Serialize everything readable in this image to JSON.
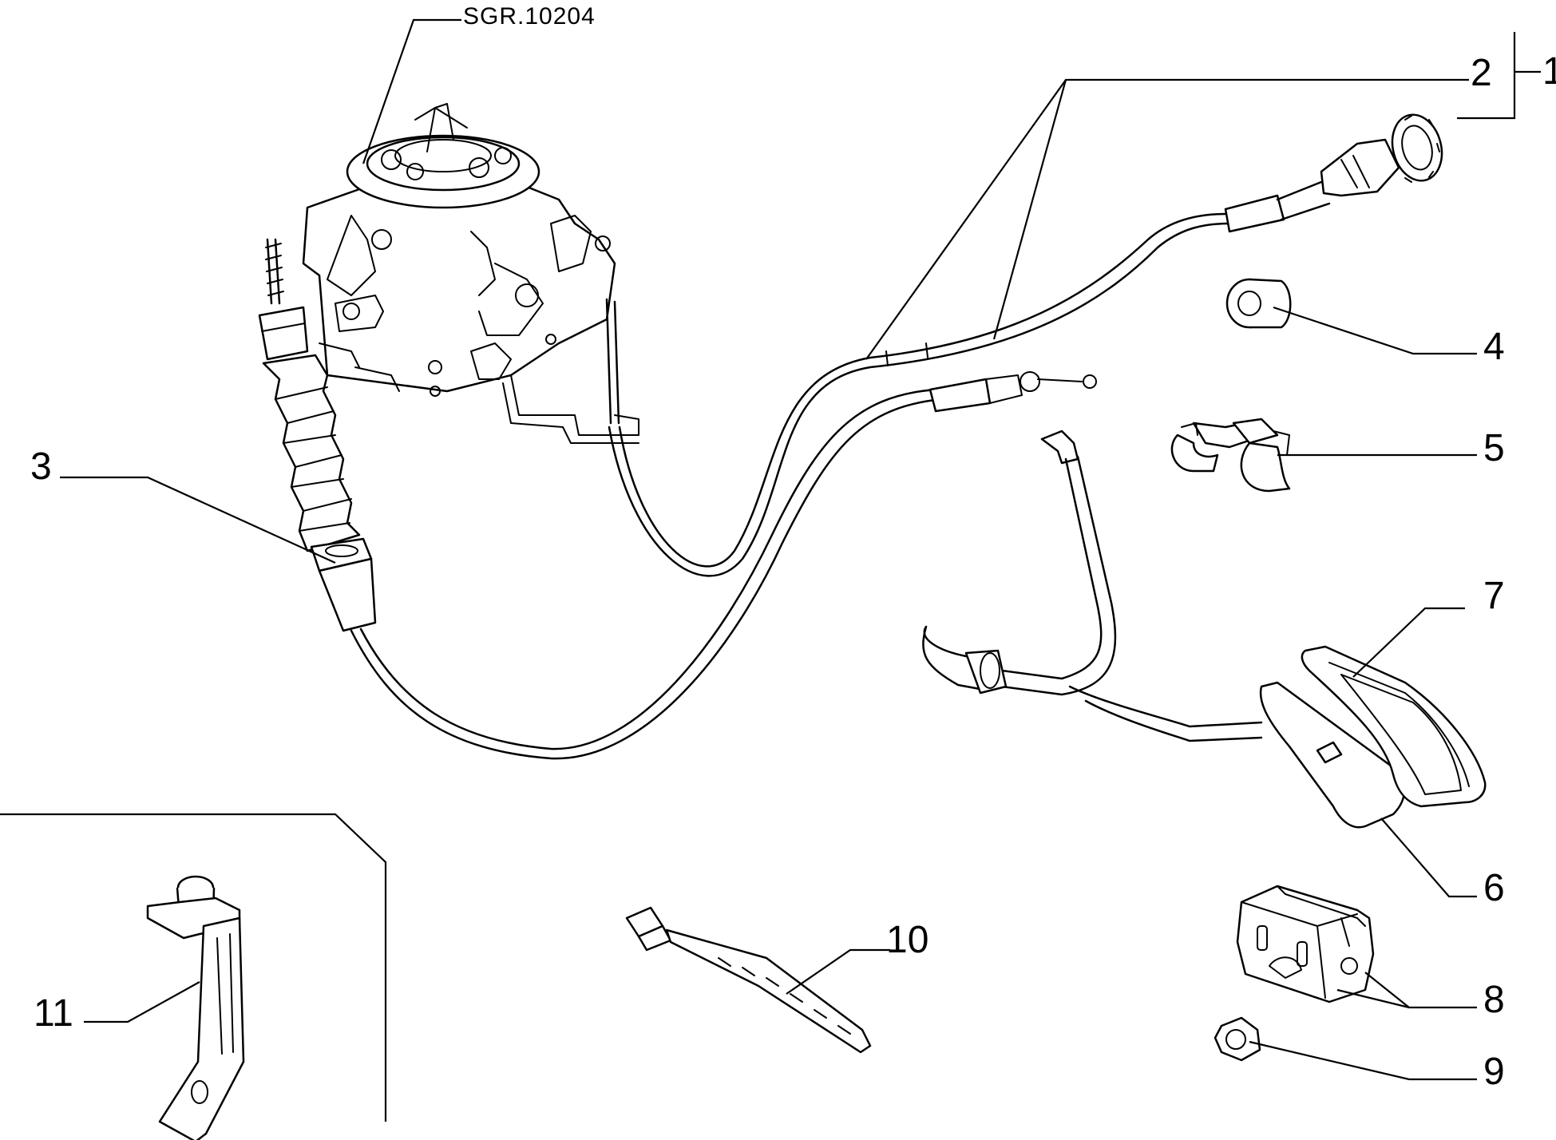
{
  "drawing": {
    "reference": "SGR.10204",
    "line_color": "#000000",
    "background_color": "#ffffff"
  },
  "callouts": [
    {
      "id": "1",
      "label": "1"
    },
    {
      "id": "2",
      "label": "2"
    },
    {
      "id": "3",
      "label": "3"
    },
    {
      "id": "4",
      "label": "4"
    },
    {
      "id": "5",
      "label": "5"
    },
    {
      "id": "6",
      "label": "6"
    },
    {
      "id": "7",
      "label": "7"
    },
    {
      "id": "8",
      "label": "8"
    },
    {
      "id": "9",
      "label": "9"
    },
    {
      "id": "10",
      "label": "10"
    },
    {
      "id": "11",
      "label": "11"
    }
  ]
}
